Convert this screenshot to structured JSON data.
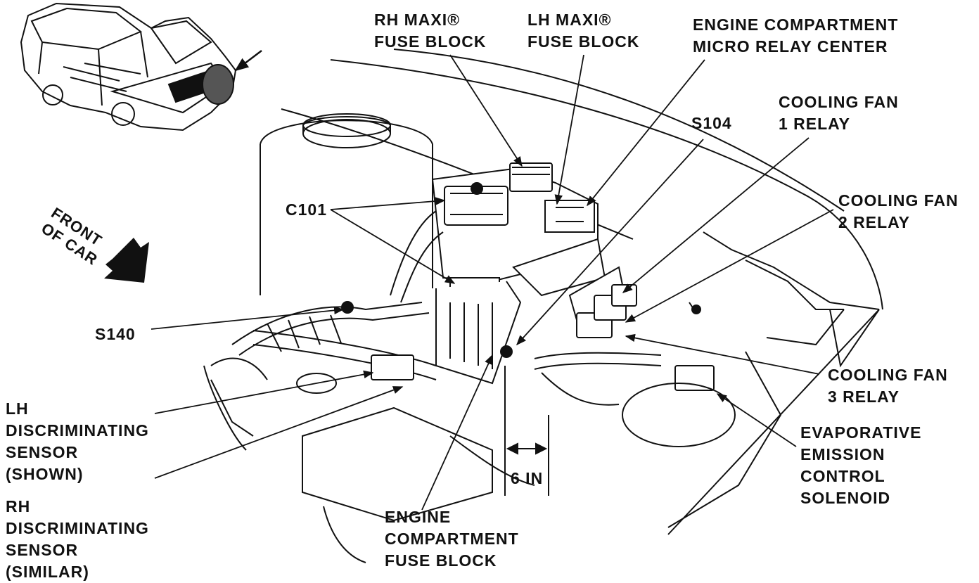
{
  "labels": {
    "rh_maxi": [
      "RH MAXI®",
      "FUSE BLOCK"
    ],
    "lh_maxi": [
      "LH MAXI®",
      "FUSE BLOCK"
    ],
    "micro_relay": [
      "ENGINE COMPARTMENT",
      "MICRO RELAY CENTER"
    ],
    "s104": "S104",
    "fan1": [
      "COOLING FAN",
      "1 RELAY"
    ],
    "fan2": [
      "COOLING FAN",
      "2 RELAY"
    ],
    "c101": "C101",
    "front": [
      "FRONT",
      "OF CAR"
    ],
    "s140": "S140",
    "fan3": [
      "COOLING FAN",
      "3 RELAY"
    ],
    "lh_sensor": [
      "LH",
      "DISCRIMINATING",
      "SENSOR",
      "(SHOWN)"
    ],
    "rh_sensor": [
      "RH",
      "DISCRIMINATING",
      "SENSOR",
      "(SIMILAR)"
    ],
    "evap": [
      "EVAPORATIVE",
      "EMISSION",
      "CONTROL",
      "SOLENOID"
    ],
    "dimension": "6 IN",
    "fuse_block": [
      "ENGINE",
      "COMPARTMENT",
      "FUSE BLOCK"
    ]
  },
  "colors": {
    "ink": "#111111",
    "paper": "#ffffff"
  }
}
